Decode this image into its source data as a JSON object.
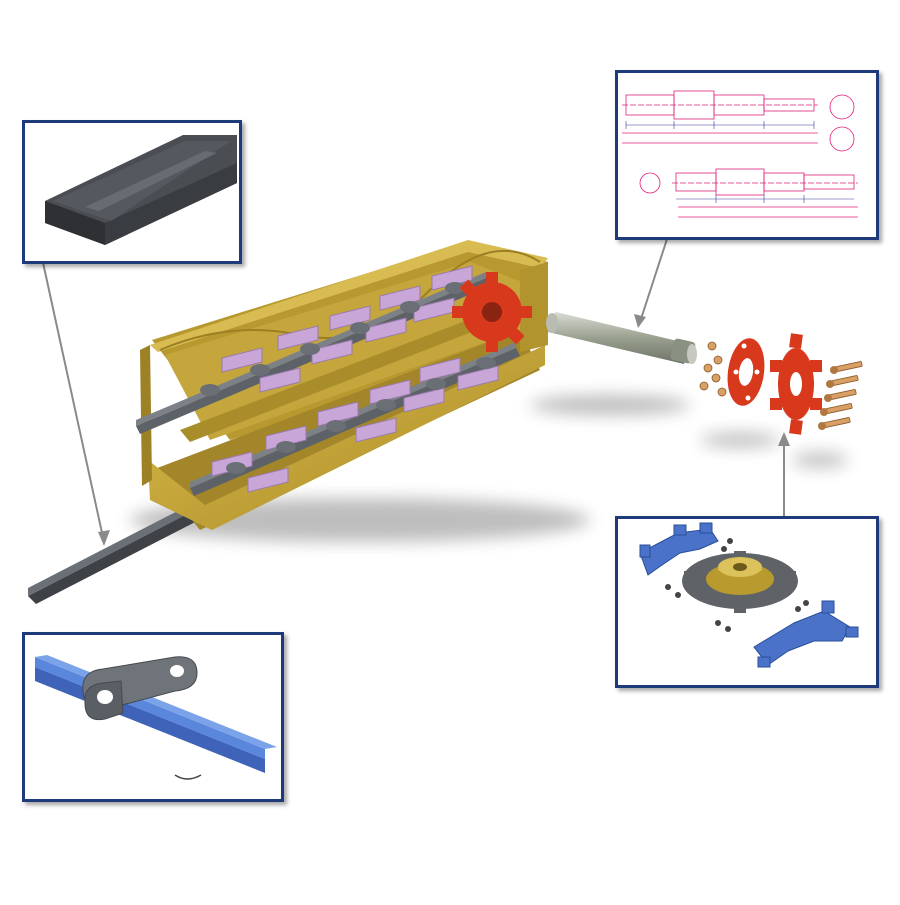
{
  "colors": {
    "housing": "#c9a93b",
    "housing_shade": "#a68a2a",
    "flight": "#c8a6d8",
    "chain": "#5d6268",
    "sprocket_red": "#d8391d",
    "sprocket_blue": "#4a72c8",
    "hub_gold": "#b89a2e",
    "inset_border": "#1f3a7a",
    "leader": "#8a8a8a",
    "drawing_line": "#e0207a",
    "drawing_dim": "#3a3a9a"
  },
  "insets": [
    {
      "name": "wear-strip-inset",
      "icon": "wear-strip-icon"
    },
    {
      "name": "shaft-drawing-inset",
      "icon": "technical-drawing-icon"
    },
    {
      "name": "chain-link-inset",
      "icon": "chain-link-icon"
    },
    {
      "name": "sprocket-assembly-inset",
      "icon": "segmented-sprocket-icon"
    }
  ]
}
